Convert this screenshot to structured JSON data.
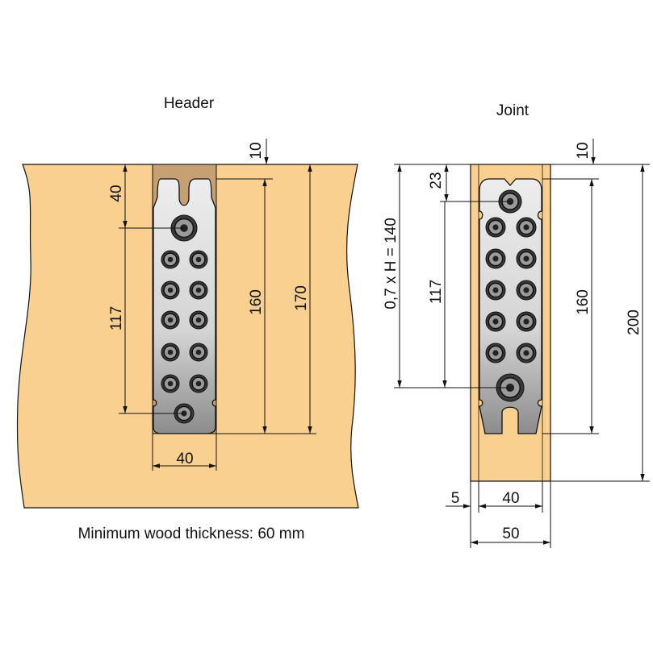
{
  "header_view": {
    "title": "Header",
    "dims": {
      "top_offset": "10",
      "first_screw": "40",
      "screw_span": "117",
      "plate_length": "160",
      "overall": "170",
      "plate_width": "40"
    }
  },
  "joint_view": {
    "title": "Joint",
    "dims": {
      "top_offset": "10",
      "first_screw": "23",
      "screw_span": "117",
      "height_ratio": "0,7 x H =  140",
      "plate_length": "160",
      "beam_height": "200",
      "edge": "5",
      "plate_width": "40",
      "beam_width": "50"
    }
  },
  "note": "Minimum wood thickness: 60 mm",
  "colors": {
    "wood": "#F9D08F",
    "slot": "#C4A073",
    "plate_light": "#EDEDED",
    "plate_dark": "#8A8A8A"
  }
}
